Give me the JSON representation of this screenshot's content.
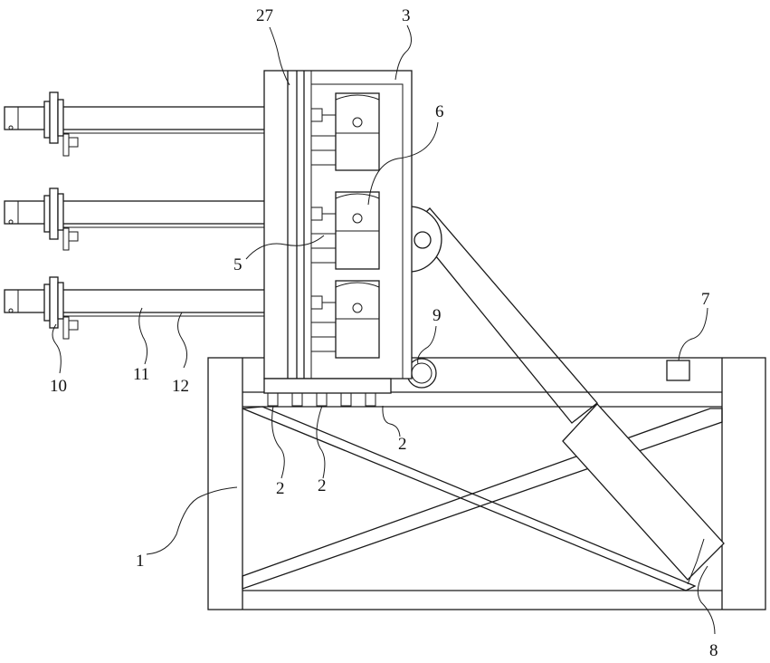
{
  "figure": {
    "labels": {
      "l27": "27",
      "l3": "3",
      "l6": "6",
      "l5": "5",
      "l7": "7",
      "l9": "9",
      "l10": "10",
      "l11": "11",
      "l12": "12",
      "l2a": "2",
      "l2b": "2",
      "l2c": "2",
      "l1": "1",
      "l8": "8"
    }
  }
}
